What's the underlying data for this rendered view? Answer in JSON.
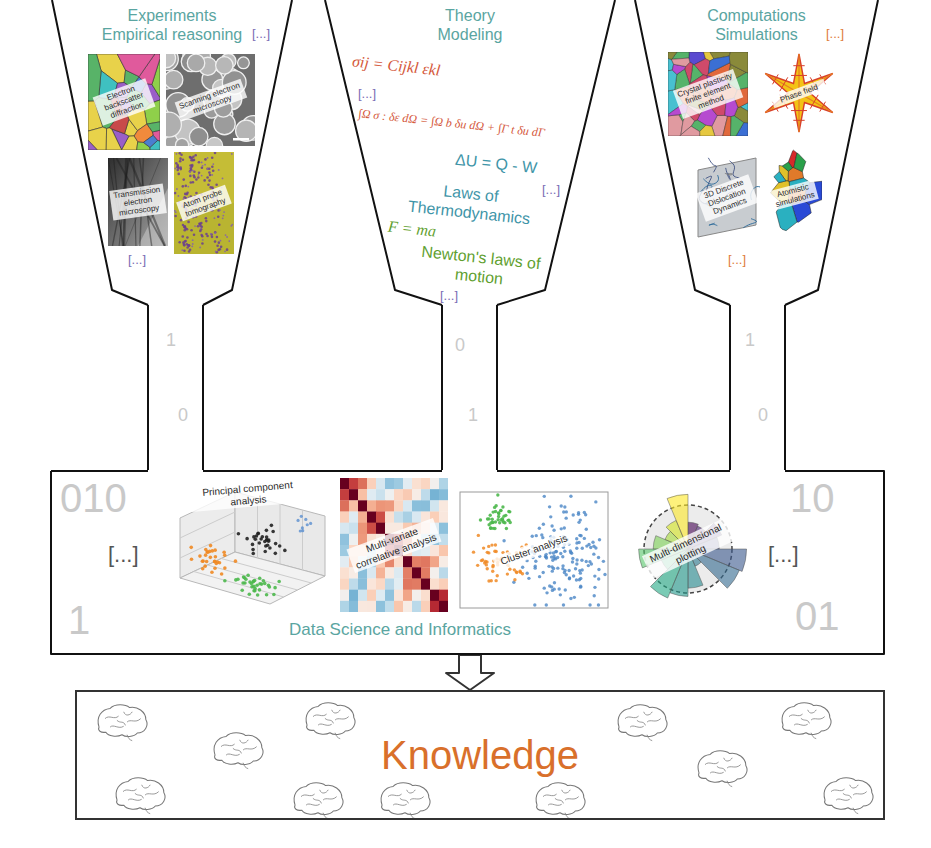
{
  "diagram": {
    "nodes": [
      {
        "text": [
          "Experiments Empirical reasoning",
          "[...]",
          "[...]"
        ]
      },
      {
        "text": [
          "Electron backscatter diffraction"
        ],
        "in": 0
      },
      {
        "text": [
          "Scanning electron microscopy"
        ],
        "in": 0
      },
      {
        "text": [
          "Transmission electron microscopy"
        ],
        "in": 0
      },
      {
        "text": [
          "Atom probe tomography"
        ],
        "in": 0
      },
      {
        "text": [
          "Theory Modeling",
          "σij = Cijkl εkl",
          "[...]",
          "∫Ω σ : δε dΩ = ∫Ω b δu dΩ + ∫Γ t δu dΓ",
          "ΔU = Q - W",
          "[...]",
          "Laws of Thermodynamics",
          "F = ma",
          "Newton's laws of motion",
          "[...]"
        ]
      },
      {
        "text": [
          "Computations Simulations",
          "[...]",
          "[...]"
        ]
      },
      {
        "text": [
          "Crystal plasticity finite element method"
        ],
        "in": 6
      },
      {
        "text": [
          "Phase field"
        ],
        "in": 6
      },
      {
        "text": [
          "3D Discrete Dislocation Dynamics"
        ],
        "in": 6
      },
      {
        "text": [
          "Atomistic simulations"
        ],
        "in": 6
      },
      {
        "text": [
          "Data Science and Informatics",
          "[...]",
          "[...]"
        ]
      },
      {
        "text": [
          "Principal component analysis"
        ],
        "in": 11
      },
      {
        "text": [
          "Multi-variate correlative analysis"
        ],
        "in": 11
      },
      {
        "text": [
          "Cluster analysis"
        ],
        "in": 11
      },
      {
        "text": [
          "Multi-dimensional plotting"
        ],
        "in": 11
      },
      {
        "text": [
          "Knowledge"
        ]
      }
    ],
    "edges": [
      {
        "from": 0,
        "to": 11,
        "arrow": "none"
      },
      {
        "from": 5,
        "to": 11,
        "arrow": "none"
      },
      {
        "from": 6,
        "to": 11,
        "arrow": "none"
      },
      {
        "from": 11,
        "to": 16,
        "arrow": "to"
      }
    ],
    "labels": [
      "1",
      "0",
      "0",
      "1",
      "1",
      "0",
      "010",
      "10",
      "01",
      "1"
    ]
  }
}
